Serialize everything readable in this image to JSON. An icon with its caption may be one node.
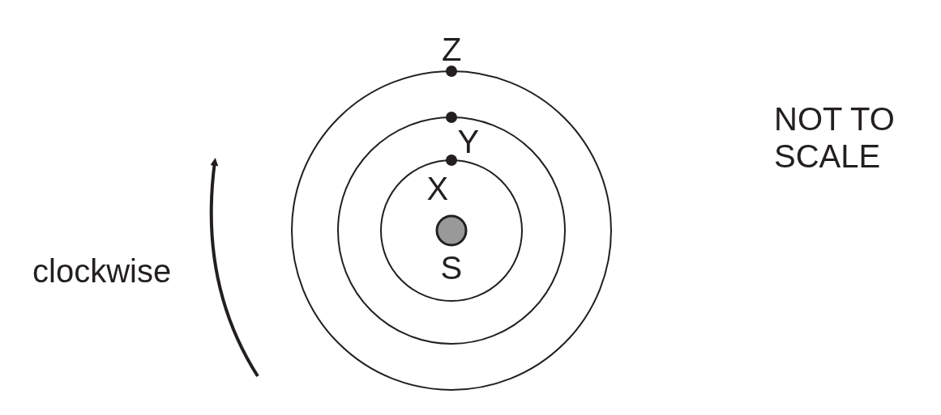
{
  "diagram": {
    "labels": [
      "Z",
      "NOT TO SCALE",
      "Y",
      "X",
      "clockwise",
      "S"
    ]
  }
}
